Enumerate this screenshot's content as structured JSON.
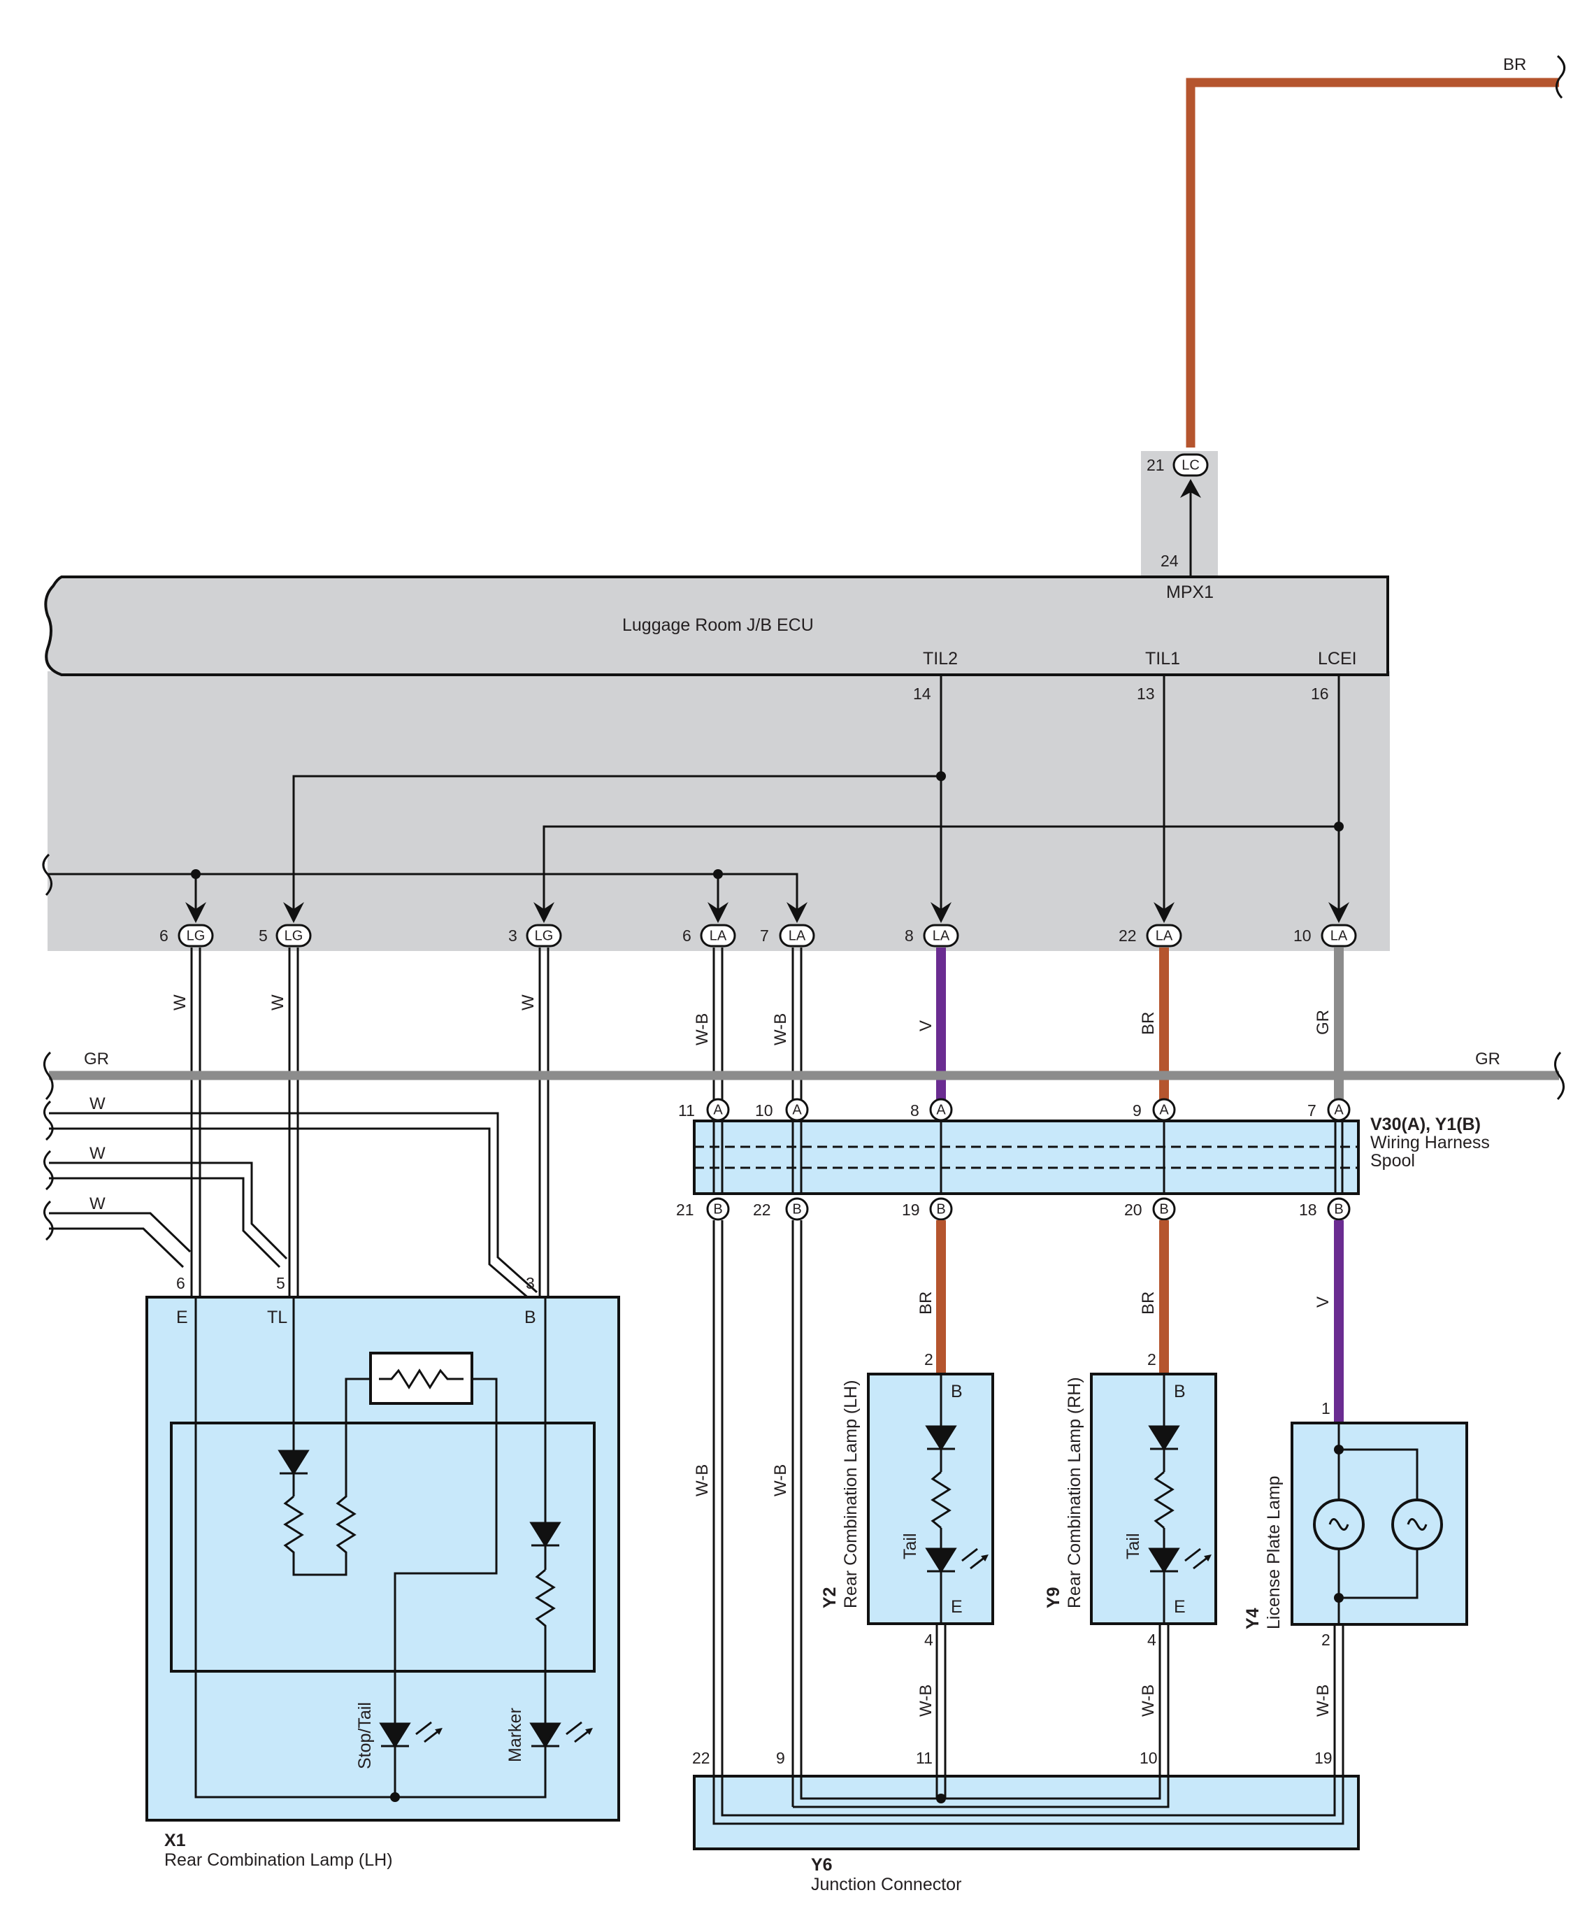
{
  "ecu": {
    "name": "Luggage Room J/B ECU",
    "terminals": {
      "mpx1": "MPX1",
      "til2": "TIL2",
      "til1": "TIL1",
      "lcei": "LCEI"
    },
    "pins": {
      "mpx1": "24",
      "til2": "14",
      "til1": "13",
      "lcei": "16"
    }
  },
  "lc_connector": {
    "code": "LC",
    "pin": "21"
  },
  "top_wire": {
    "color_code": "BR"
  },
  "lg_connectors": [
    {
      "pin": "6",
      "code": "LG",
      "wire": "W"
    },
    {
      "pin": "5",
      "code": "LG",
      "wire": "W"
    },
    {
      "pin": "3",
      "code": "LG",
      "wire": "W"
    }
  ],
  "la_connectors": [
    {
      "pin": "6",
      "code": "LA",
      "wire": "W-B"
    },
    {
      "pin": "7",
      "code": "LA",
      "wire": "W-B"
    },
    {
      "pin": "8",
      "code": "LA",
      "wire": "V"
    },
    {
      "pin": "22",
      "code": "LA",
      "wire": "BR"
    },
    {
      "pin": "10",
      "code": "LA",
      "wire": "GR"
    }
  ],
  "gr_bus": {
    "left_label": "GR",
    "right_label": "GR"
  },
  "w_harness": {
    "labels": [
      "W",
      "W",
      "W"
    ]
  },
  "spool": {
    "id": "V30(A), Y1(B)",
    "name_line1": "Wiring Harness",
    "name_line2": "Spool",
    "top_pins": [
      {
        "pin": "11",
        "code": "A"
      },
      {
        "pin": "10",
        "code": "A"
      },
      {
        "pin": "8",
        "code": "A"
      },
      {
        "pin": "9",
        "code": "A"
      },
      {
        "pin": "7",
        "code": "A"
      }
    ],
    "bottom_pins": [
      {
        "pin": "21",
        "code": "B"
      },
      {
        "pin": "22",
        "code": "B"
      },
      {
        "pin": "19",
        "code": "B"
      },
      {
        "pin": "20",
        "code": "B"
      },
      {
        "pin": "18",
        "code": "B"
      }
    ]
  },
  "x1": {
    "id": "X1",
    "name": "Rear Combination Lamp (LH)",
    "pins": [
      "6",
      "5",
      "3"
    ],
    "terminals": [
      "E",
      "TL",
      "B"
    ],
    "stop_tail": "Stop/Tail",
    "marker": "Marker"
  },
  "y2": {
    "id": "Y2",
    "name": "Rear Combination Lamp (LH)",
    "pin_in": "2",
    "pin_out": "4",
    "term_b": "B",
    "term_e": "E",
    "tail": "Tail",
    "wire_in": "BR",
    "wire_out": "W-B"
  },
  "y9": {
    "id": "Y9",
    "name": "Rear Combination Lamp (RH)",
    "pin_in": "2",
    "pin_out": "4",
    "term_b": "B",
    "term_e": "E",
    "tail": "Tail",
    "wire_in": "BR",
    "wire_out": "W-B"
  },
  "y4": {
    "id": "Y4",
    "name": "License Plate Lamp",
    "pin_in": "1",
    "pin_out": "2",
    "wire_in": "V",
    "wire_out": "W-B"
  },
  "wb_lower": [
    "W-B",
    "W-B"
  ],
  "y6": {
    "id": "Y6",
    "name": "Junction Connector",
    "pins": [
      "22",
      "9",
      "11",
      "10",
      "19"
    ]
  },
  "colors": {
    "BR": "#b5552e",
    "V": "#6a2c91",
    "GR": "#8c8c8c",
    "ecu_gray": "#d1d2d4",
    "component_blue": "#c8e8fa"
  }
}
